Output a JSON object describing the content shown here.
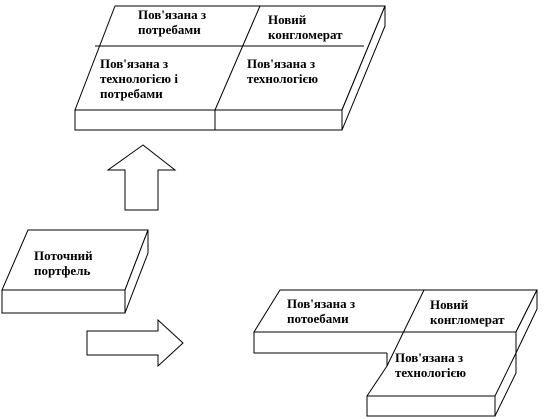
{
  "top_block": {
    "cell_top_left": "Пов'язана з\nпотребами",
    "cell_top_right": "Новий\nконгломерат",
    "cell_bottom_left": "Пов'язана з\nтехнологією і\nпотребами",
    "cell_bottom_right": "Пов'язана з\nтехнологією"
  },
  "current_portfolio": {
    "label": "Поточний\nпортфель"
  },
  "bottom_block": {
    "cell_top_left": "Пов'язана з\nпотоебами",
    "cell_top_right": "Новий\nконгломерат",
    "cell_bottom": "Пов'язана з\nтехнологією"
  }
}
